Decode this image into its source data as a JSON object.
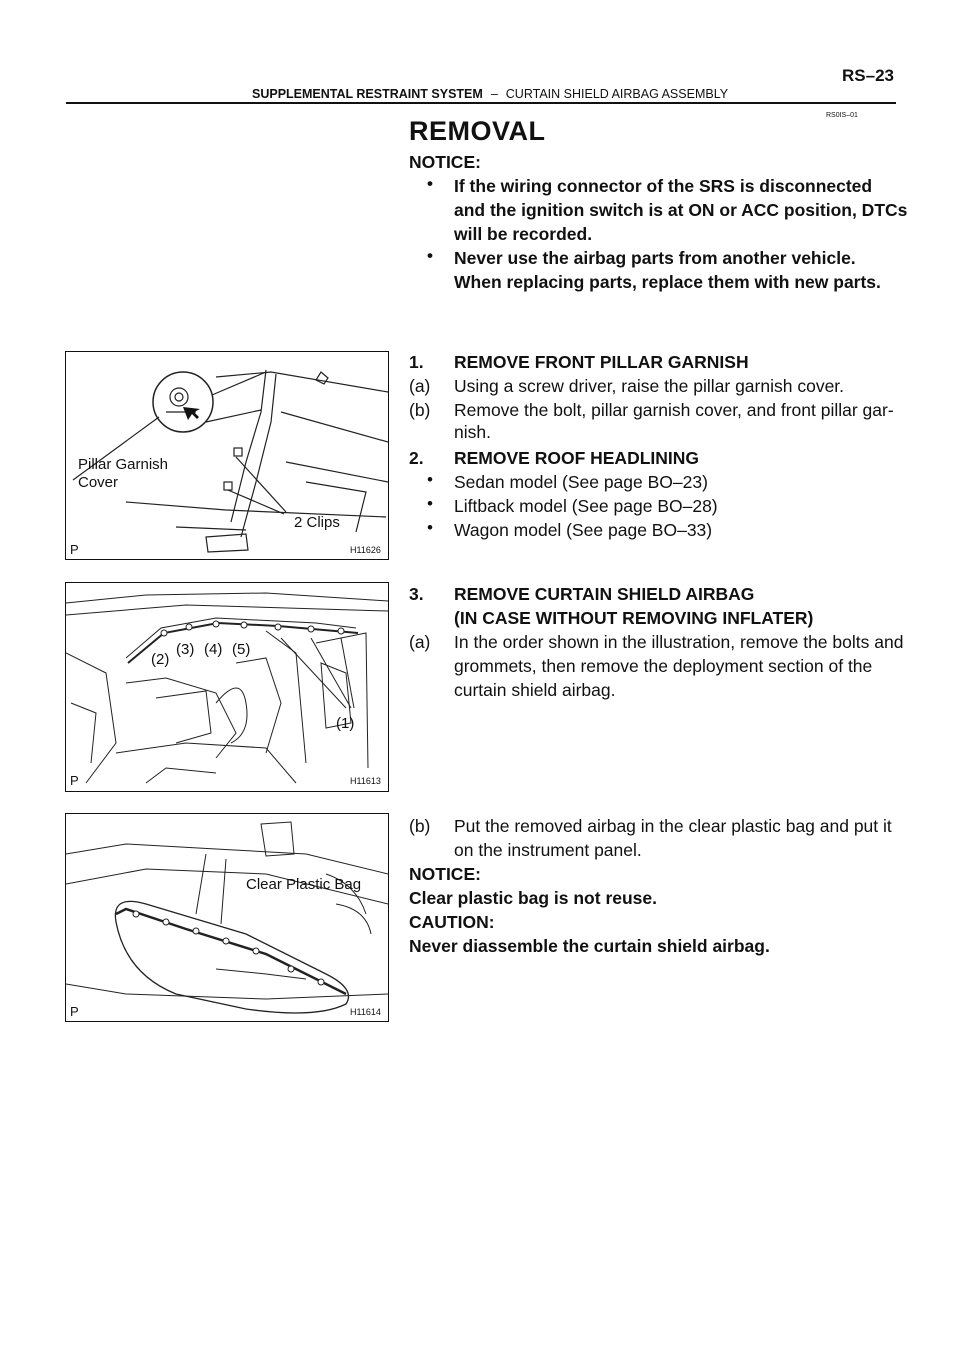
{
  "header": {
    "page_number": "RS–23",
    "section": "SUPPLEMENTAL RESTRAINT SYSTEM",
    "separator": "–",
    "subsection": "CURTAIN SHIELD AIRBAG ASSEMBLY",
    "doc_code": "RS0IS–01"
  },
  "title": "REMOVAL",
  "notice1": {
    "label": "NOTICE:",
    "bullets": [
      [
        "If the wiring connector of the SRS is disconnected",
        "and the ignition switch is at ON or ACC position, DTCs",
        "will be recorded."
      ],
      [
        "Never use the airbag parts from another vehicle.",
        "When replacing parts, replace them with new parts."
      ]
    ]
  },
  "step1": {
    "num": "1.",
    "title": "REMOVE FRONT PILLAR GARNISH",
    "a_label": "(a)",
    "a_text": "Using a screw driver, raise the pillar garnish cover.",
    "b_label": "(b)",
    "b_line1": "Remove the bolt, pillar garnish cover, and front pillar gar-",
    "b_line2": "nish."
  },
  "step2": {
    "num": "2.",
    "title": "REMOVE ROOF HEADLINING",
    "items": [
      "Sedan model (See page BO–23)",
      "Liftback model (See page BO–28)",
      "Wagon model (See page BO–33)"
    ]
  },
  "step3": {
    "num": "3.",
    "title1": "REMOVE CURTAIN SHIELD AIRBAG",
    "title2": "(IN CASE WITHOUT REMOVING INFLATER)",
    "a_label": "(a)",
    "a_lines": [
      "In the order shown in the illustration, remove the bolts and",
      "grommets, then remove the deployment section of the",
      "curtain shield airbag."
    ],
    "b_label": "(b)",
    "b_lines": [
      "Put the removed airbag in the clear plastic bag and put it",
      "on the instrument panel."
    ]
  },
  "notice2": {
    "label": "NOTICE:",
    "text": "Clear plastic bag is not reuse."
  },
  "caution": {
    "label": "CAUTION:",
    "text": "Never diassemble the curtain shield airbag."
  },
  "figures": {
    "fig1": {
      "id": "H11626",
      "p": "P",
      "label_cover1": "Pillar Garnish",
      "label_cover2": "Cover",
      "label_clips": "2 Clips"
    },
    "fig2": {
      "id": "H11613",
      "p": "P",
      "labels": [
        "(1)",
        "(2)",
        "(3)",
        "(4)",
        "(5)"
      ]
    },
    "fig3": {
      "id": "H11614",
      "p": "P",
      "label_bag": "Clear Plastic Bag"
    }
  }
}
